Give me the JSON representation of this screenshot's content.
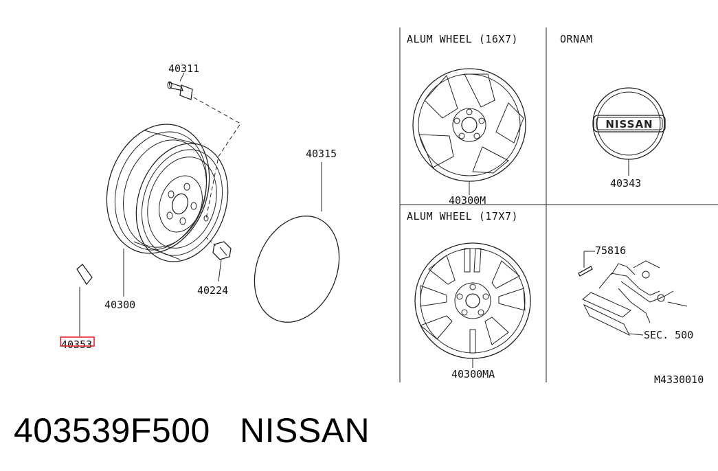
{
  "labels": {
    "valve": "40311",
    "wheel": "40300",
    "nut": "40224",
    "tape": "40315",
    "weight": "40353",
    "wheel_16": "40300M",
    "ornament": "40343",
    "wheel_17": "40300MA",
    "bracket": "75816",
    "section_ref": "SEC. 500",
    "drawing_code": "M4330010"
  },
  "headers": {
    "alum_16": "ALUM WHEEL (16X7)",
    "ornam": "ORNAM",
    "alum_17": "ALUM WHEEL (17X7)"
  },
  "ornament_text": "NISSAN",
  "caption": {
    "part_number": "403539F500",
    "brand": "NISSAN"
  },
  "highlight_color": "#e8232a"
}
